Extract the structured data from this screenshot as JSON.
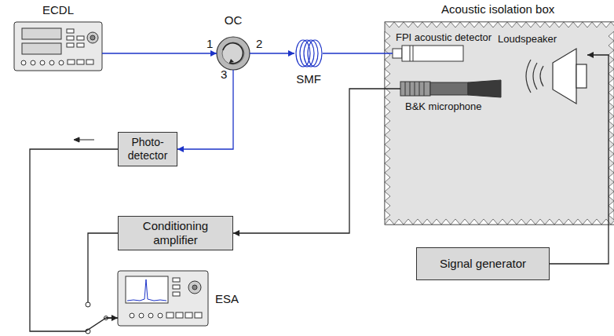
{
  "diagram": {
    "nodes": [
      {
        "text": [
          "ECDL"
        ]
      },
      {
        "text": [
          "OC"
        ]
      },
      {
        "text": [
          "SMF"
        ]
      },
      {
        "text": [
          "Acoustic isolation box"
        ]
      },
      {
        "text": [
          "FPI acoustic detector"
        ],
        "in": 3
      },
      {
        "text": [
          "B&K microphone"
        ],
        "in": 3
      },
      {
        "text": [
          "Loudspeaker"
        ],
        "in": 3
      },
      {
        "text": [
          "Photo-detector"
        ]
      },
      {
        "text": [
          "Conditioning amplifier"
        ]
      },
      {
        "text": [
          "ESA"
        ]
      },
      {
        "text": [
          "Signal generator"
        ]
      }
    ],
    "edges": [
      {
        "from": 0,
        "to": 1,
        "arrow": "to"
      },
      {
        "from": 1,
        "to": 2,
        "arrow": "to"
      },
      {
        "from": 2,
        "to": 4,
        "arrow": "none"
      },
      {
        "from": 1,
        "to": 7,
        "arrow": "to"
      },
      {
        "from": 7,
        "to": 9,
        "arrow": "to"
      },
      {
        "from": 5,
        "to": 8,
        "arrow": "to"
      },
      {
        "from": 8,
        "to": 9,
        "arrow": "none"
      },
      {
        "from": 10,
        "to": 6,
        "arrow": "to"
      }
    ],
    "labels": [
      "1",
      "2",
      "3"
    ]
  }
}
